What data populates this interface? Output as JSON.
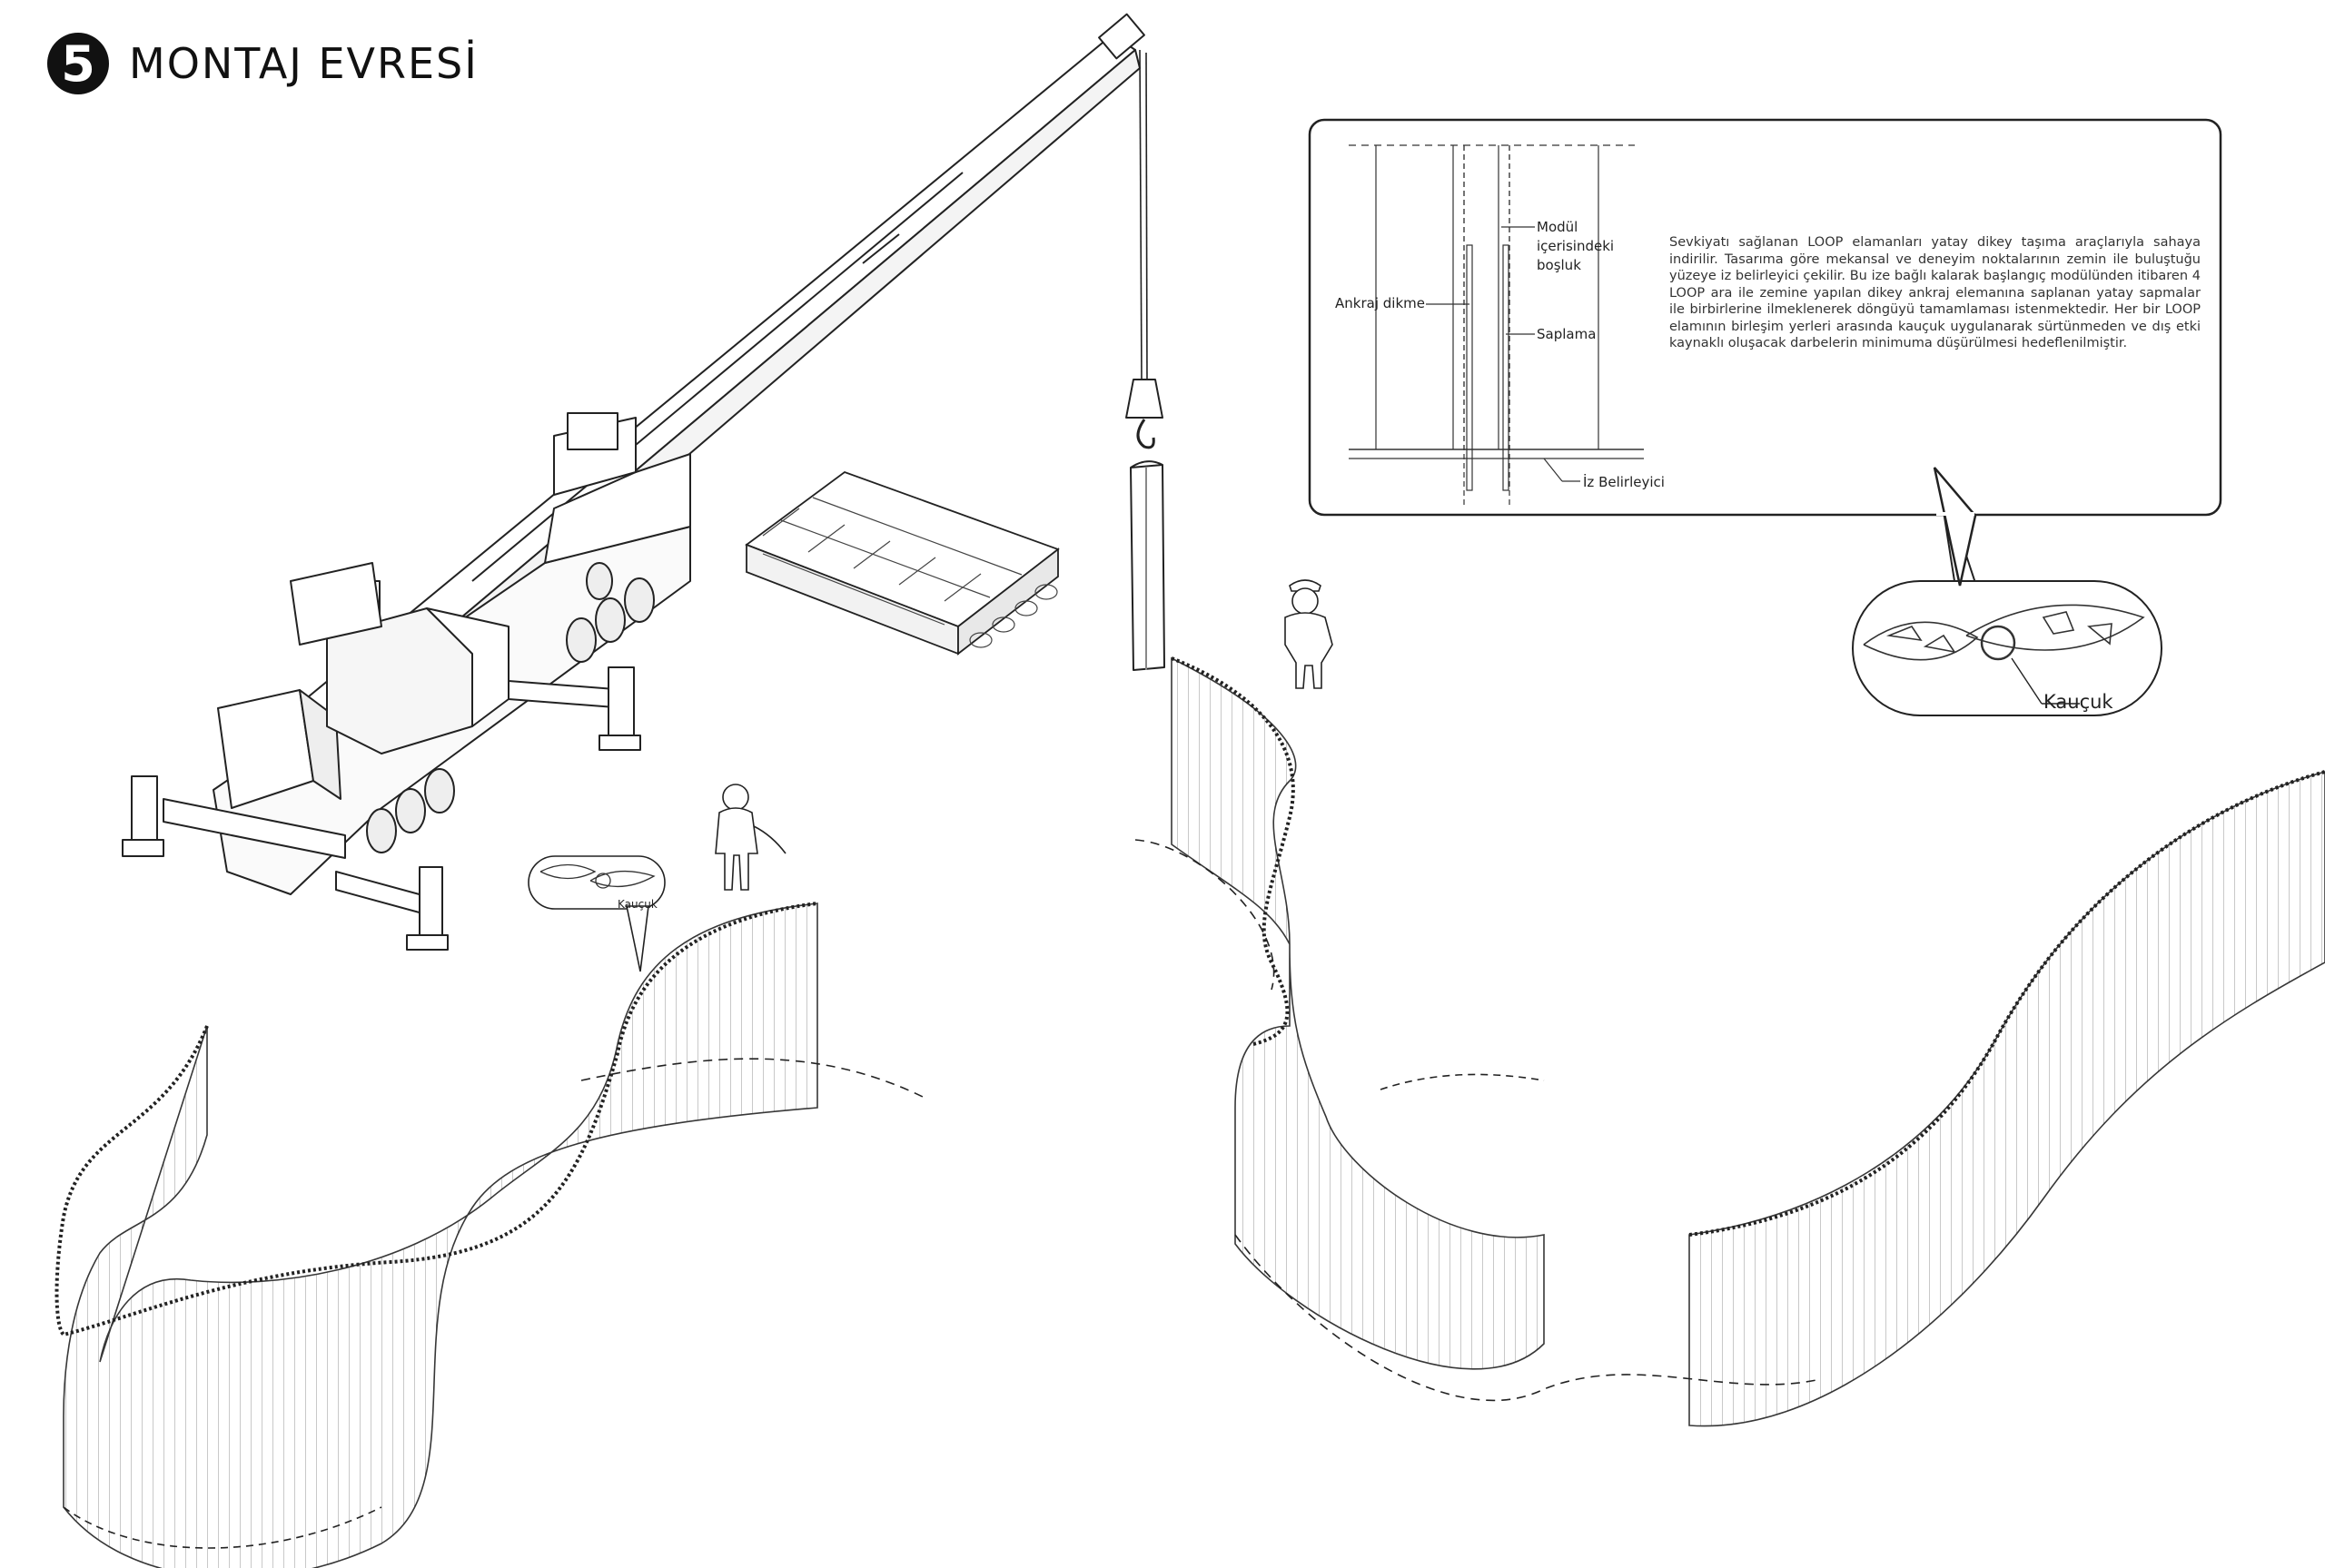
{
  "header": {
    "step_number": "5",
    "title": "MONTAJ EVRESİ"
  },
  "detail_box": {
    "labels": {
      "module_void_line1": "Modül",
      "module_void_line2": "içerisindeki",
      "module_void_line3": "boşluk",
      "anchor_post": "Ankraj dikme",
      "stud": "Saplama",
      "trace_marker": "İz Belirleyici"
    },
    "description": "Sevkiyatı sağlanan LOOP elamanları yatay dikey taşıma araçlarıyla sahaya indirilir. Tasarıma göre mekansal ve deneyim noktalarının zemin ile buluştuğu yüzeye iz belirleyici çekilir. Bu ize bağlı kalarak başlangıç modülünden itibaren 4 LOOP ara ile zemine yapılan dikey ankraj elemanına saplanan yatay sapmalar ile birbirlerine ilmeklenerek döngüyü tamamlaması istenmektedir. Her bir LOOP elamının birleşim yerleri arasında kauçuk uygulanarak sürtünmeden ve dış etki kaynaklı oluşacak darbelerin minimuma düşürülmesi hedeflenilmiştir."
  },
  "callouts": {
    "rubber_large": "Kauçuk",
    "rubber_small": "Kauçuk"
  }
}
